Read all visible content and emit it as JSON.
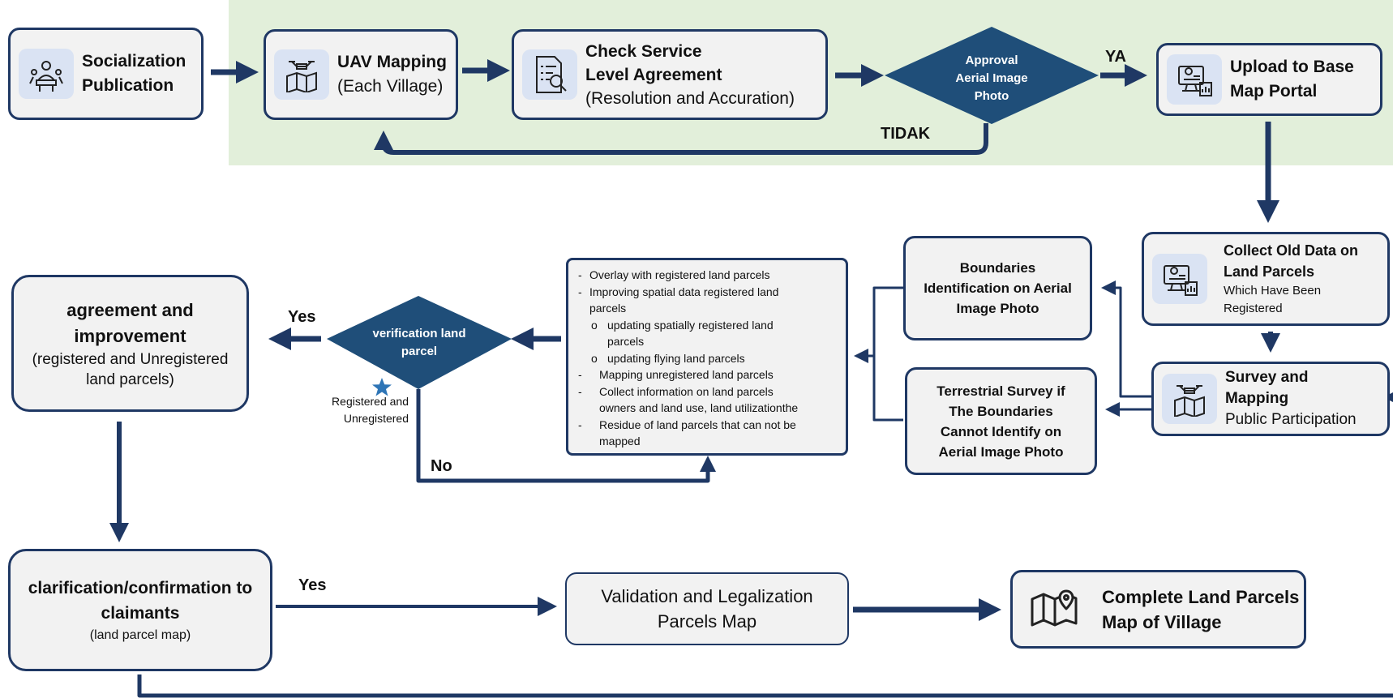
{
  "colors": {
    "navy": "#1f3864",
    "diamond": "#1f4e79",
    "band": "#e2efda",
    "box_fill": "#f2f2f2",
    "icon_tile": "#dae3f3",
    "star": "#2e75b6"
  },
  "nodes": {
    "socialization": {
      "line1": "Socialization",
      "line2": "Publication",
      "icon": "meeting-icon"
    },
    "uav_mapping": {
      "title": "UAV Mapping",
      "sub": "(Each Village)",
      "icon": "drone-map-icon"
    },
    "check_sla": {
      "line1": "Check Service",
      "line2": "Level Agreement",
      "sub": "(Resolution and Accuration)",
      "icon": "document-check-icon"
    },
    "approval": {
      "line1": "Approval",
      "line2": "Aerial Image",
      "line3": "Photo"
    },
    "upload": {
      "line1": "Upload to Base",
      "line2": "Map Portal",
      "icon": "monitor-chart-icon"
    },
    "collect_old": {
      "line1": "Collect Old Data on",
      "line2": "Land Parcels",
      "sub1": "Which Have Been",
      "sub2": "Registered",
      "icon": "monitor-chart-icon"
    },
    "survey": {
      "line1": "Survey and",
      "line2": "Mapping",
      "sub": "Public Participation",
      "icon": "drone-map-icon"
    },
    "boundaries": {
      "line1": "Boundaries",
      "line2": "Identification on Aerial",
      "line3": "Image Photo"
    },
    "terrestrial": {
      "line1": "Terrestrial Survey if",
      "line2": "The Boundaries",
      "line3": "Cannot Identify on",
      "line4": "Aerial Image Photo"
    },
    "steps": {
      "s1": "Overlay with registered land parcels",
      "s2a": "Improving spatial data registered land",
      "s2b": "parcels",
      "s3a": "updating spatially registered land",
      "s3b": "parcels",
      "s4": "updating flying land parcels",
      "s5": "Mapping unregistered land parcels",
      "s6a": "Collect information on land parcels",
      "s6b": "owners and land use, land utilizationthe",
      "s7a": "Residue of land parcels that can not be",
      "s7b": "mapped"
    },
    "verification": {
      "line1": "verification land",
      "line2": "parcel"
    },
    "agreement": {
      "line1": "agreement and",
      "line2": "improvement",
      "sub1": "(registered and Unregistered",
      "sub2": "land parcels)"
    },
    "clarification": {
      "line1": "clarification/confirmation to",
      "line2": "claimants",
      "sub": "(land parcel map)"
    },
    "validation": {
      "line1": "Validation and Legalization",
      "line2": "Parcels Map"
    },
    "complete": {
      "line1": "Complete Land Parcels",
      "line2": "Map of Village",
      "icon": "map-pin-icon"
    }
  },
  "edge_labels": {
    "ya": "YA",
    "tidak": "TIDAK",
    "yes_verification": "Yes",
    "no_verification": "No",
    "yes_clarification": "Yes",
    "registered_note_1": "Registered and",
    "registered_note_2": "Unregistered"
  }
}
